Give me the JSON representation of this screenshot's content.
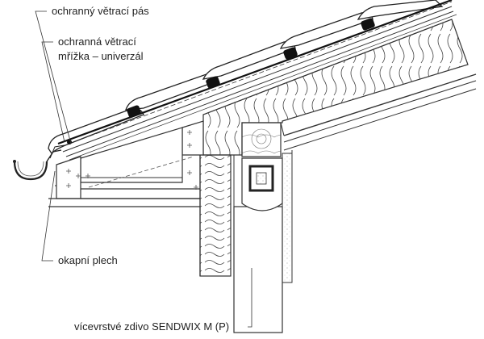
{
  "labels": {
    "vent_strip": "ochranný větrací pás",
    "vent_grid_line1": "ochranná větrací",
    "vent_grid_line2": "mřížka – univerzál",
    "drip_edge": "okapní plech",
    "masonry": "vícevrstvé zdivo SENDWIX M (P)"
  }
}
